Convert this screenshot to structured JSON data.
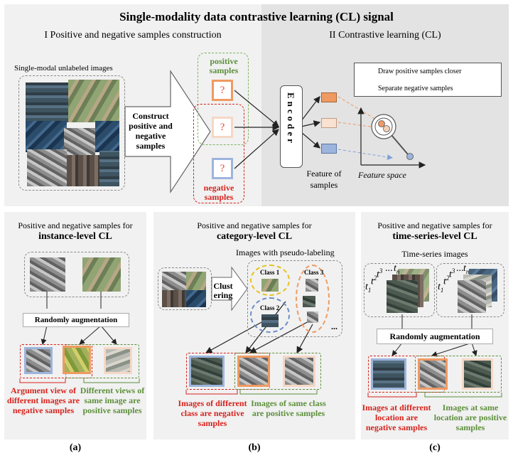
{
  "top": {
    "title": "Single-modality data contrastive learning (CL) signal",
    "section1_title": "I Positive and negative samples construction",
    "section2_title": "II Contrastive learning (CL)",
    "unlabeled_label": "Single-modal unlabeled images",
    "construct_label": "Construct positive and negative samples",
    "positive_label": "positive samples",
    "negative_label": "negative samples",
    "question_mark": "?",
    "encoder_label": "Encoder",
    "legend_draw": "Draw positive samples closer",
    "legend_separate": "Separate negative samples",
    "feature_samples": "Feature of samples",
    "feature_space": "Feature space",
    "colors": {
      "positive": "#ef9a62",
      "negative_red": "#e24a3b",
      "blue": "#9db4dc",
      "green": "#5c8f3a"
    }
  },
  "panel_a": {
    "title_line1": "Positive and negative samples for",
    "title_line2": "instance-level CL",
    "augment": "Randomly augmentation",
    "caption_red": "Argument view of different images are negative samples",
    "caption_green": "Different views of same image are positive samples",
    "letter": "(a)"
  },
  "panel_b": {
    "title_line1": "Positive and negative samples for",
    "title_line2": "category-level CL",
    "pseudo": "Images with pseudo-labeling",
    "clustering": "Clustering",
    "class1": "Class 1",
    "class2": "Class 2",
    "class3": "Class 3",
    "ellipsis": "...",
    "caption_red": "Images of different class are negative samples",
    "caption_green": "Images of same class are positive samples",
    "letter": "(b)"
  },
  "panel_c": {
    "title_line1": "Positive and negative samples for",
    "title_line2": "time-series-level CL",
    "series": "Time-series images",
    "augment": "Randomly augmentation",
    "caption_red": "Images at different location are negative samples",
    "caption_green": "Images at same location are positive samples",
    "t1": "t",
    "t1_sub": "1",
    "t2": "t",
    "t2_sub": "2",
    "t3": "t",
    "t3_sub": "3",
    "dots": "...",
    "tn": "t",
    "tn_sub": "n",
    "letter": "(c)"
  }
}
